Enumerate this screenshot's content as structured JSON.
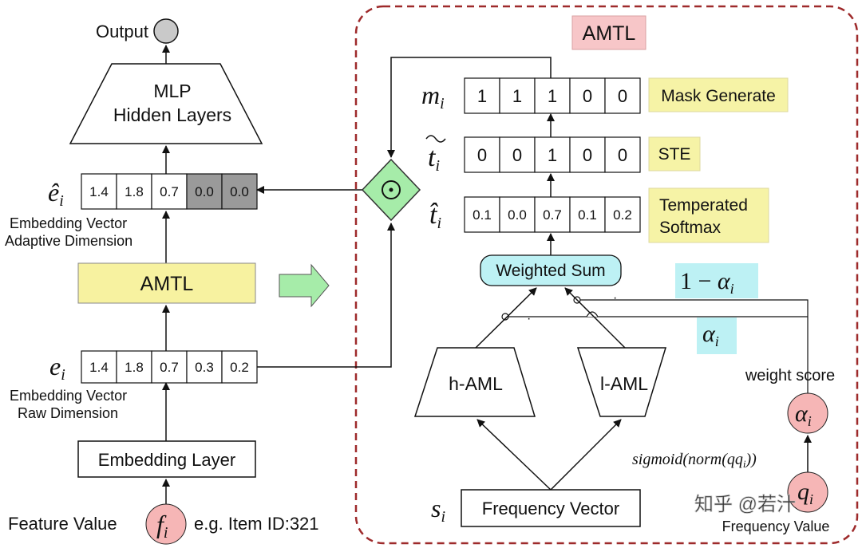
{
  "colors": {
    "dashed_border": "#9e2a2b",
    "amtl_title_bg": "#f7c6c8",
    "yellow_label_bg": "#f6f3a6",
    "amtl_block_bg": "#f7f2a0",
    "arrow_green": "#a6eca9",
    "diamond_green": "#a6eca9",
    "cyan_bg": "#bdf1f4",
    "circle_pink": "#f6b6b6",
    "dark_cell": "#9a9a9a",
    "red_text": "#a4262c"
  },
  "left": {
    "output_label": "Output",
    "mlp_line1": "MLP",
    "mlp_line2": "Hidden Layers",
    "e_hat_vector": [
      "1.4",
      "1.8",
      "0.7",
      "0.0",
      "0.0"
    ],
    "e_hat_caption1": "Embedding Vector",
    "e_hat_caption2": "Adaptive Dimension",
    "amtl_block": "AMTL",
    "e_vector": [
      "1.4",
      "1.8",
      "0.7",
      "0.3",
      "0.2"
    ],
    "e_caption1": "Embedding Vector",
    "e_caption2": "Raw Dimension",
    "embedding_layer": "Embedding Layer",
    "feature_value": "Feature Value",
    "example": "e.g.  Item ID:321"
  },
  "right": {
    "title": "AMTL",
    "m_vector": [
      "1",
      "1",
      "1",
      "0",
      "0"
    ],
    "t_tilde_vector": [
      "0",
      "0",
      "1",
      "0",
      "0"
    ],
    "t_hat_vector": [
      "0.1",
      "0.0",
      "0.7",
      "0.1",
      "0.2"
    ],
    "mask_generate": "Mask Generate",
    "ste": "STE",
    "tempered_line1": "Temperated",
    "tempered_line2": "Softmax",
    "weighted_sum": "Weighted Sum",
    "h_aml": "h-AML",
    "l_aml": "l-AML",
    "frequency_vector": "Frequency Vector",
    "weight_score": "weight score",
    "sigmoid_formula": "sigmoid(norm(q",
    "frequency_value": "Frequency Value"
  },
  "watermark": "知乎 @若汁"
}
